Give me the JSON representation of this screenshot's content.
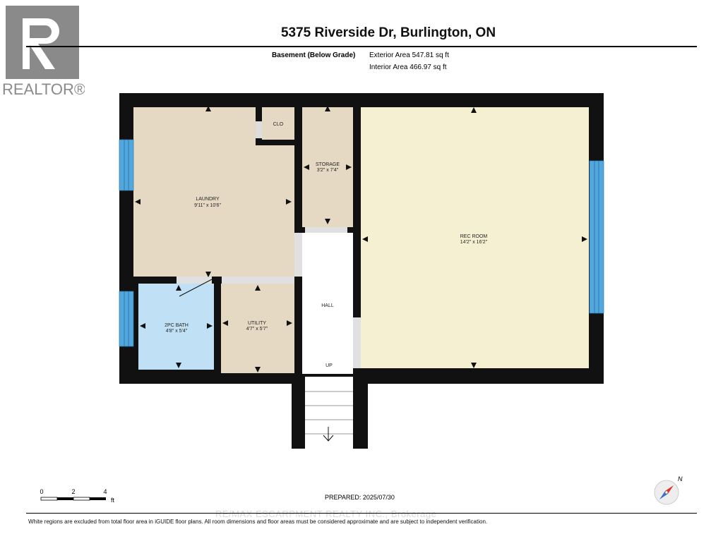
{
  "logo": {
    "text": "REALTOR",
    "reg": "®"
  },
  "header": {
    "address": "5375 Riverside Dr, Burlington, ON",
    "level": "Basement (Below Grade)",
    "exterior_area": "Exterior Area 547.81 sq ft",
    "interior_area": "Interior Area 466.97 sq ft"
  },
  "rooms": {
    "laundry": {
      "name": "LAUNDRY",
      "dims": "9'11\" x 10'6\""
    },
    "closet": {
      "name": "CLO"
    },
    "storage": {
      "name": "STORAGE",
      "dims": "3'2\" x 7'4\""
    },
    "rec_room": {
      "name": "REC ROOM",
      "dims": "14'2\" x 16'2\""
    },
    "bath": {
      "name": "2PC BATH",
      "dims": "4'8\" x 5'4\""
    },
    "utility": {
      "name": "UTILITY",
      "dims": "4'7\" x 5'7\""
    },
    "hall": {
      "name": "HALL"
    },
    "stairs": {
      "label": "UP"
    }
  },
  "colors": {
    "wall": "#111111",
    "room_fill": "#e6d9c3",
    "rec_fill": "#f6f0d2",
    "bath_fill": "#bfe0f5",
    "window": "#52a8dd"
  },
  "scale": {
    "ticks": [
      "0",
      "2",
      "4"
    ],
    "unit": "ft"
  },
  "footer": {
    "prepared": "PREPARED: 2025/07/30",
    "watermark": "RE/MAX ESCARPMENT REALTY INC., Brokerage",
    "disclaimer": "White regions are excluded from total floor area in iGUIDE floor plans. All room dimensions and floor areas must be considered approximate and are subject to independent verification."
  },
  "compass": {
    "label": "N"
  }
}
